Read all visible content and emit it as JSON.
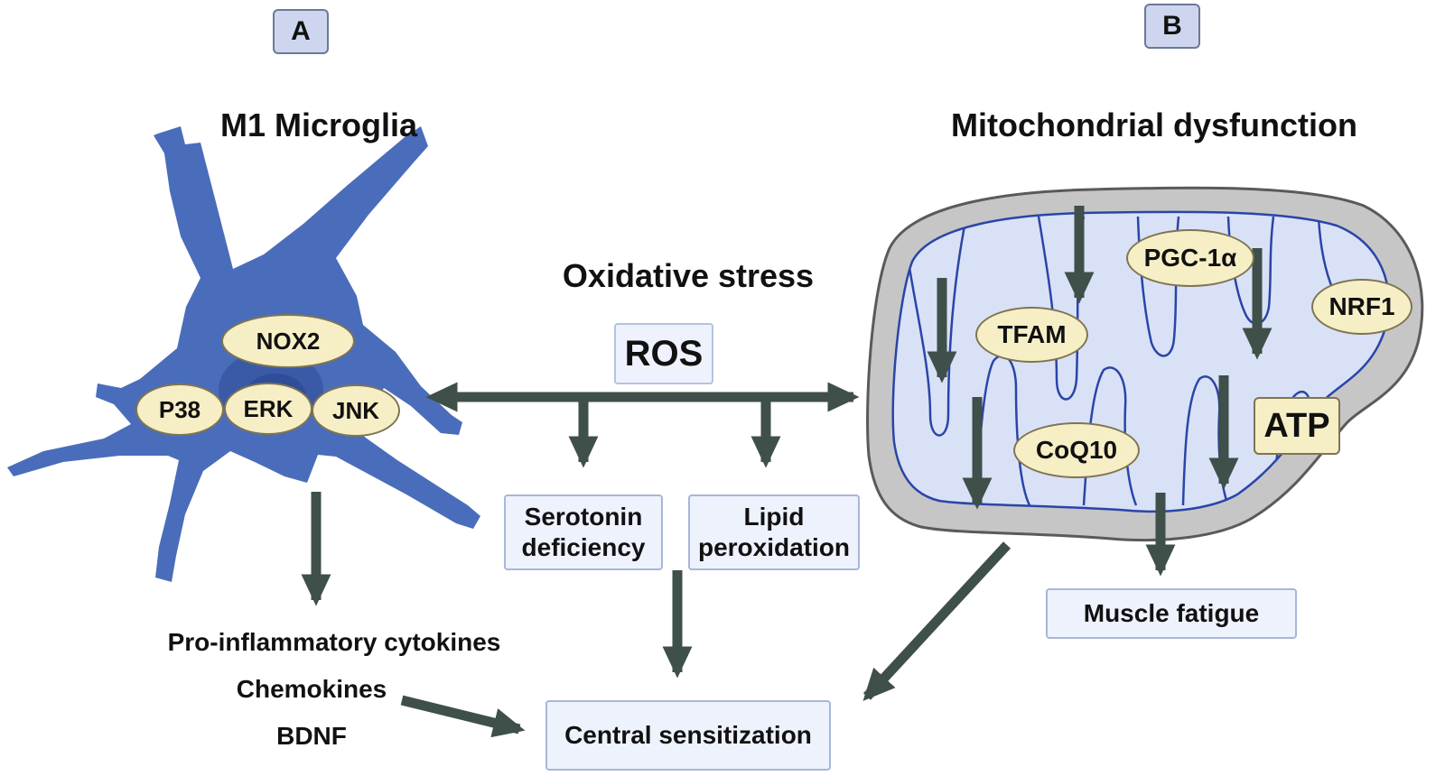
{
  "panels": {
    "a_label": "A",
    "b_label": "B"
  },
  "headings": {
    "microglia": "M1 Microglia",
    "mitochondria": "Mitochondrial dysfunction",
    "oxidative_stress": "Oxidative stress"
  },
  "microglia_markers": {
    "nox2": "NOX2",
    "p38": "P38",
    "erk": "ERK",
    "jnk": "JNK"
  },
  "mito_markers": {
    "pgc1a": "PGC-1α",
    "nrf1": "NRF1",
    "tfam": "TFAM",
    "coq10": "CoQ10",
    "atp": "ATP"
  },
  "boxes": {
    "ros": "ROS",
    "serotonin": "Serotonin\ndeficiency",
    "lipid": "Lipid\nperoxidation",
    "muscle_fatigue": "Muscle fatigue",
    "central_sensitization": "Central sensitization"
  },
  "outputs": {
    "cytokines": "Pro-inflammatory cytokines",
    "chemokines": "Chemokines",
    "bdnf": "BDNF"
  },
  "colors": {
    "microglia_body": "#4a6dbb",
    "microglia_nucleus": "#3a5aa8",
    "arrow": "#3f4f49",
    "mito_outer": "#c6c6c6",
    "mito_matrix": "#d9e1f6",
    "mito_cristae": "#2a45a8"
  }
}
